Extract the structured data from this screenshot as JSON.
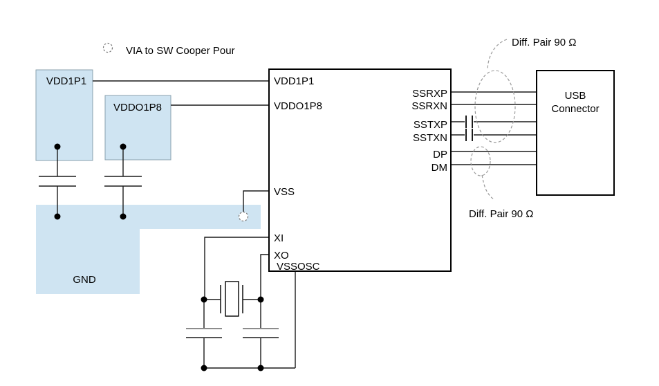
{
  "legend": {
    "icon": "via-dashed-circle",
    "label": "VIA to SW Cooper Pour"
  },
  "power_blocks": {
    "vdd1p1": "VDD1P1",
    "vddo1p8": "VDDO1P8"
  },
  "ground": {
    "label": "GND"
  },
  "ic": {
    "left_pins": {
      "vdd1p1": "VDD1P1",
      "vddo1p8": "VDDO1P8",
      "vss": "VSS",
      "xi": "XI",
      "xo": "XO",
      "vssosc": "VSSOSC"
    },
    "right_pins": {
      "ssrxp": "SSRXP",
      "ssrxn": "SSRXN",
      "sstxp": "SSTXP",
      "sstxn": "SSTXN",
      "dp": "DP",
      "dm": "DM"
    }
  },
  "usb_connector": {
    "line1": "USB",
    "line2": "Connector"
  },
  "annotations": {
    "diff_pair_top": "Diff. Pair 90 Ω",
    "diff_pair_bottom": "Diff. Pair 90 Ω"
  },
  "colors": {
    "copper_pour_fill": "#cfe4f2",
    "wire": "#1a1a1a",
    "dashed_annotation": "#999999"
  }
}
